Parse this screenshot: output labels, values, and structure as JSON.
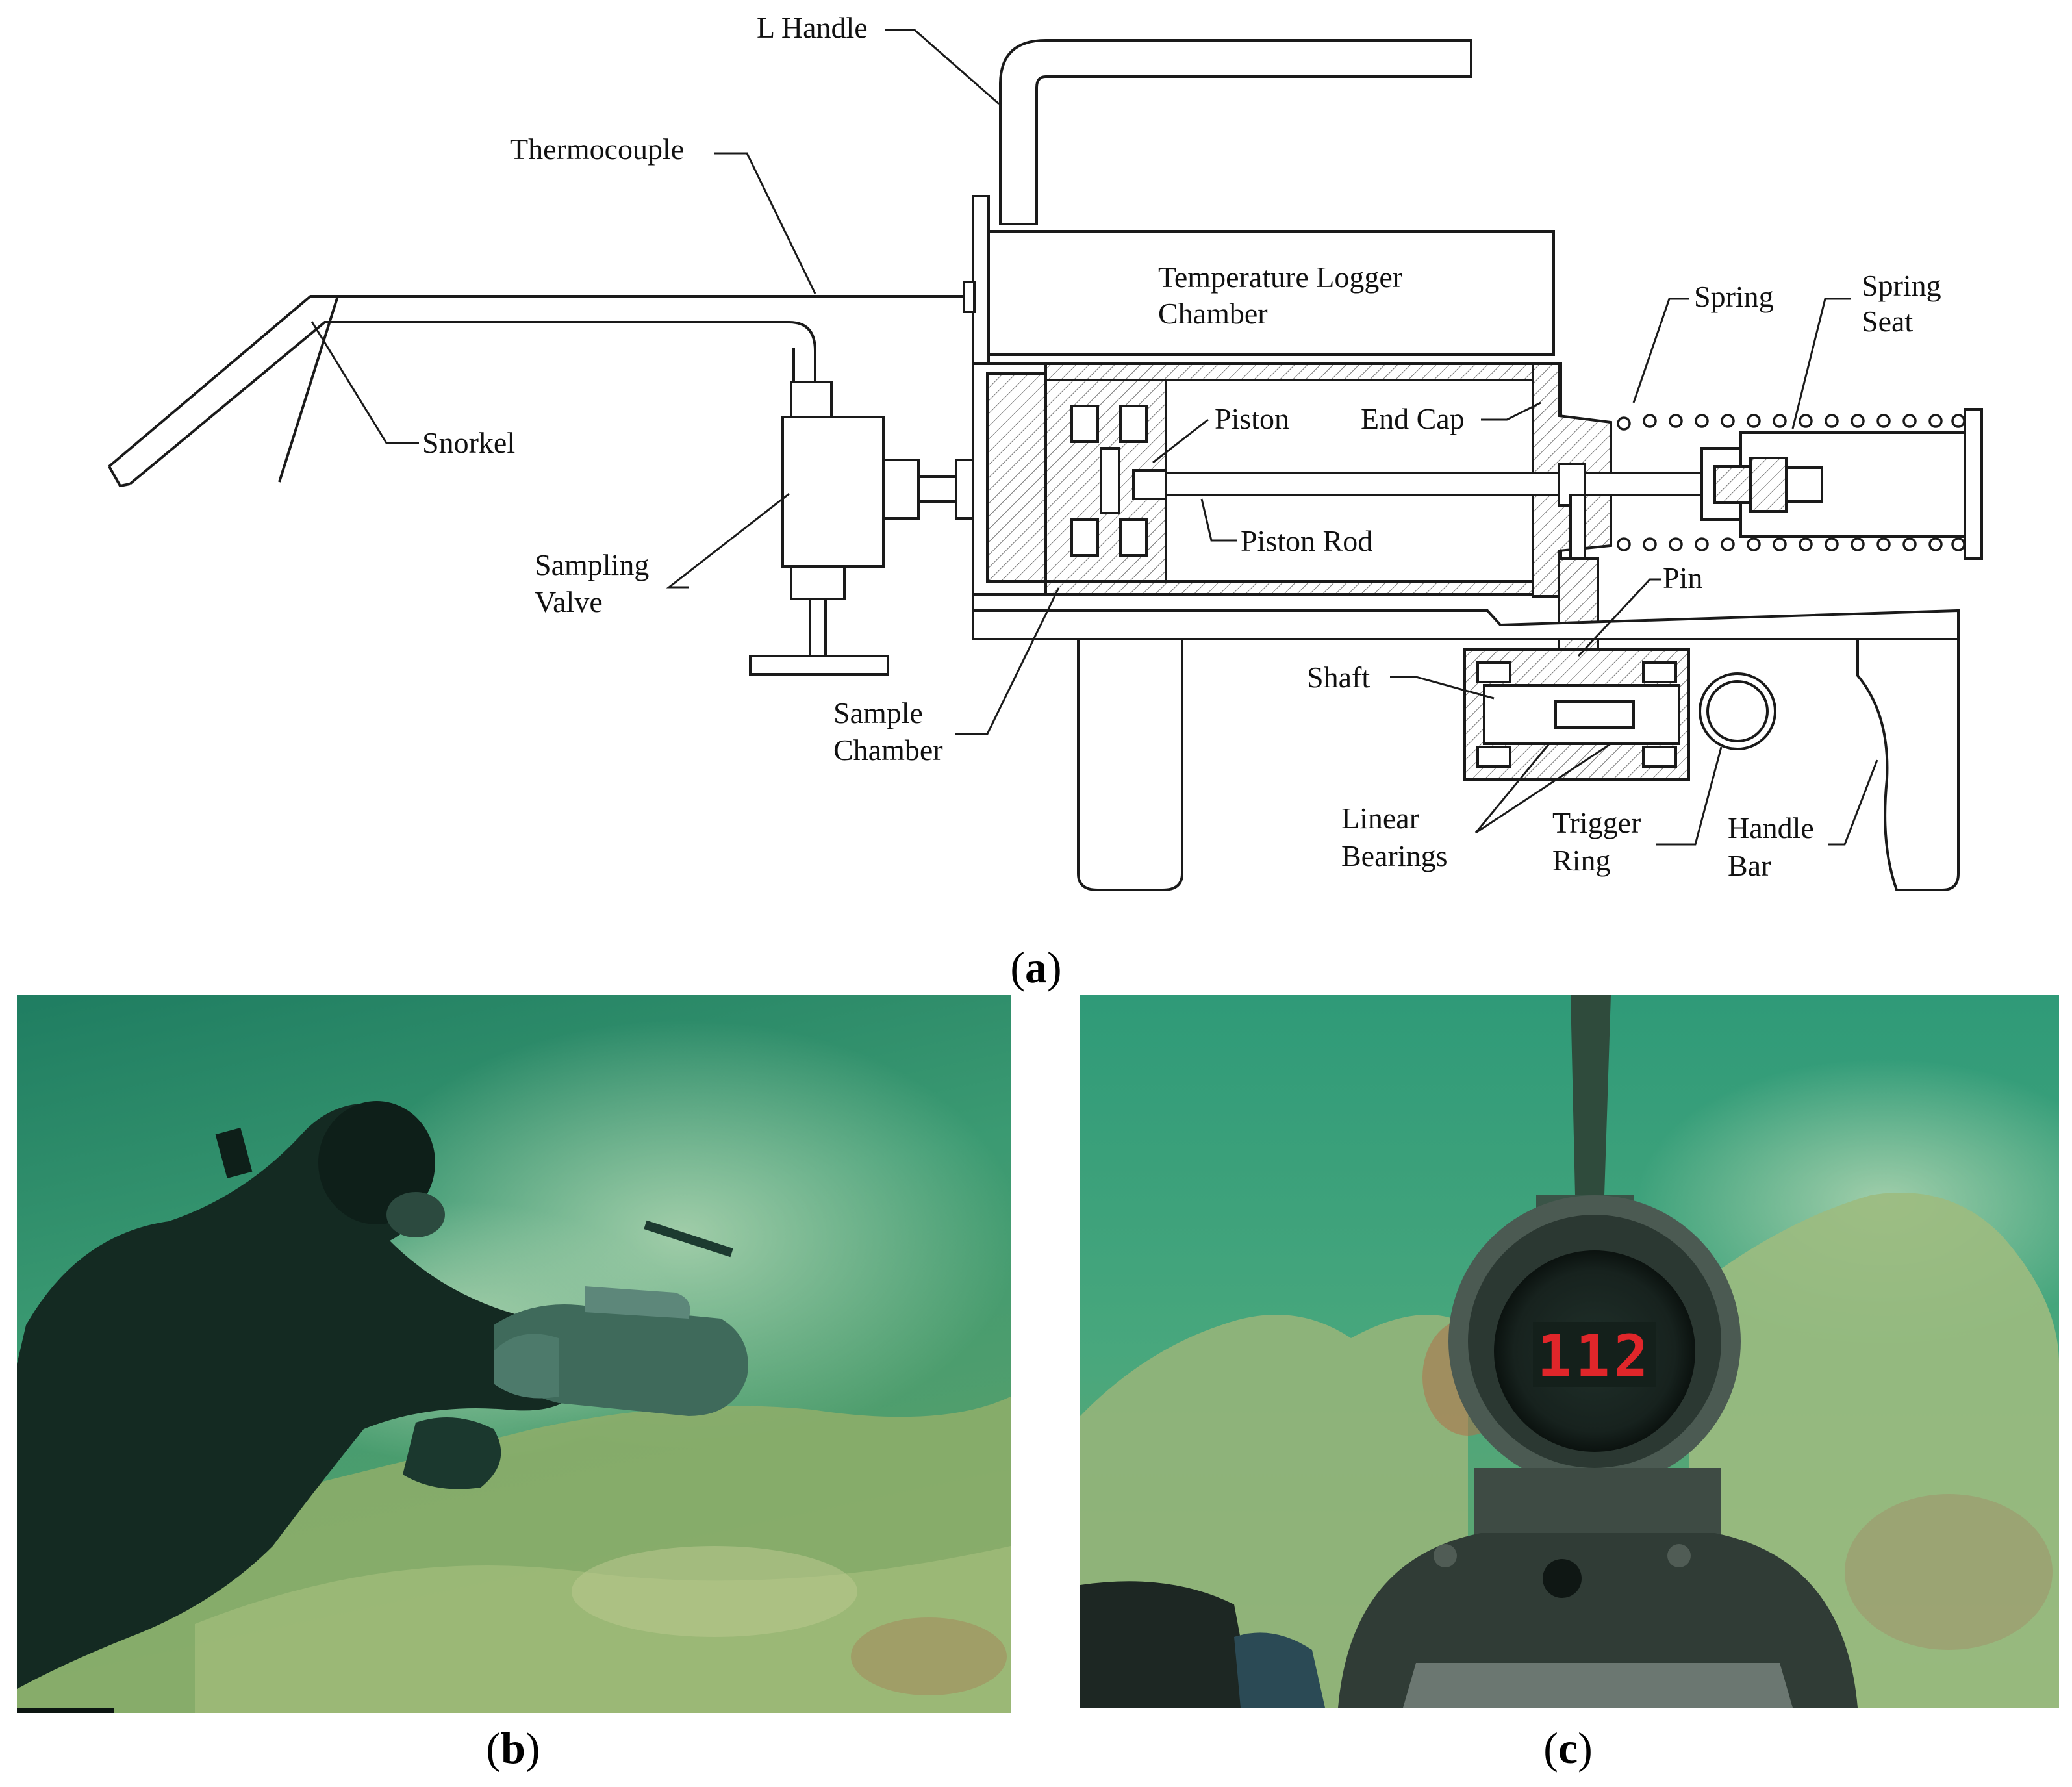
{
  "labels": {
    "l_handle": "L Handle",
    "thermocouple": "Thermocouple",
    "temperature_logger_line1": "Temperature Logger",
    "temperature_logger_line2": "Chamber",
    "spring": "Spring",
    "spring_seat_line1": "Spring",
    "spring_seat_line2": "Seat",
    "snorkel": "Snorkel",
    "piston": "Piston",
    "end_cap": "End Cap",
    "sampling_valve_line1": "Sampling",
    "sampling_valve_line2": "Valve",
    "piston_rod": "Piston Rod",
    "pin": "Pin",
    "shaft": "Shaft",
    "sample_chamber_line1": "Sample",
    "sample_chamber_line2": "Chamber",
    "linear_bearings_line1": "Linear",
    "linear_bearings_line2": "Bearings",
    "trigger_ring_line1": "Trigger",
    "trigger_ring_line2": "Ring",
    "handle_bar_line1": "Handle",
    "handle_bar_line2": "Bar"
  },
  "panels": {
    "a": {
      "open": "(",
      "letter": "a",
      "close": ")"
    },
    "b": {
      "open": "(",
      "letter": "b",
      "close": ")"
    },
    "c": {
      "open": "(",
      "letter": "c",
      "close": ")"
    }
  },
  "display_reading": "112",
  "colors": {
    "water_dark": "#1f6e56",
    "water_mid": "#3d9a6f",
    "water_light": "#6fb488",
    "seabed": "#8fae6a",
    "led_red": "#e0262a"
  }
}
